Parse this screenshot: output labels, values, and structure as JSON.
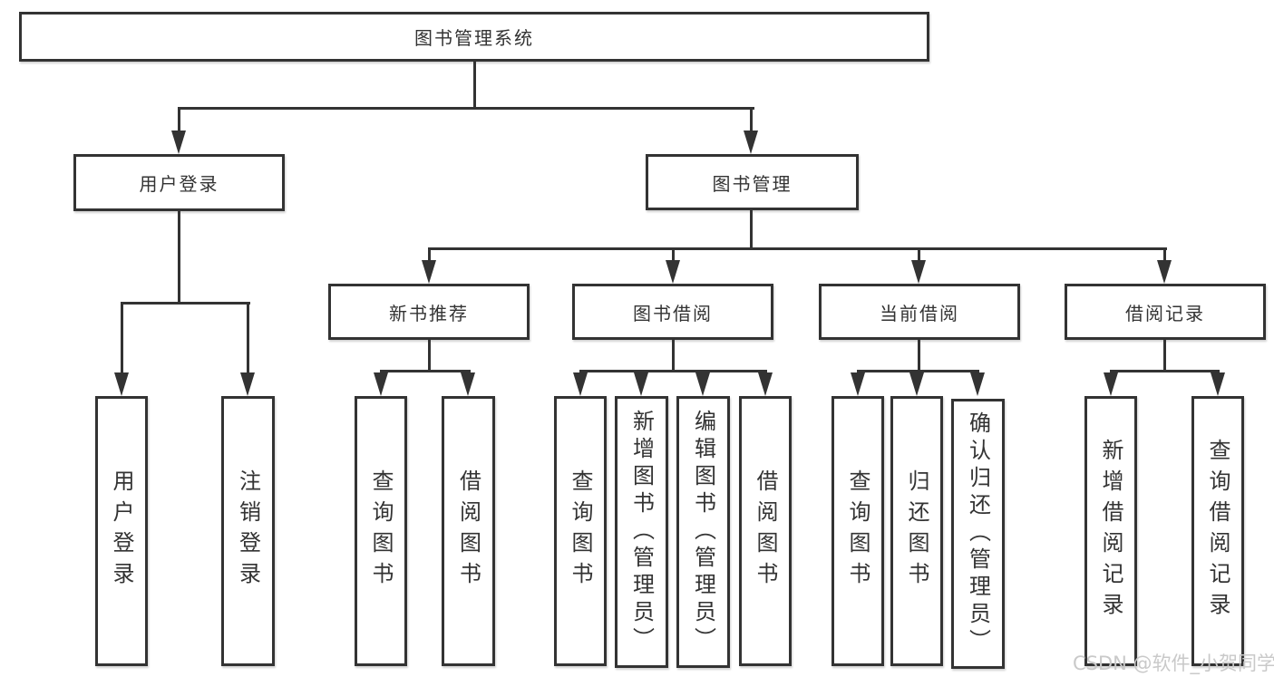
{
  "tree": {
    "root": {
      "label": "图书管理系统"
    },
    "branches": [
      {
        "label": "用户登录",
        "children": [
          {
            "label": "用户登录"
          },
          {
            "label": "注销登录"
          }
        ]
      },
      {
        "label": "图书管理",
        "children": [
          {
            "label": "新书推荐",
            "children": [
              {
                "label": "查询图书"
              },
              {
                "label": "借阅图书"
              }
            ]
          },
          {
            "label": "图书借阅",
            "children": [
              {
                "label": "查询图书"
              },
              {
                "label": "新增图书（管理员）"
              },
              {
                "label": "编辑图书（管理员）"
              },
              {
                "label": "借阅图书"
              }
            ]
          },
          {
            "label": "当前借阅",
            "children": [
              {
                "label": "查询图书"
              },
              {
                "label": "归还图书"
              },
              {
                "label": "确认归还（管理员）"
              }
            ]
          },
          {
            "label": "借阅记录",
            "children": [
              {
                "label": "新增借阅记录"
              },
              {
                "label": "查询借阅记录"
              }
            ]
          }
        ]
      }
    ]
  },
  "watermark": {
    "text": "CSDN @软件_小贺同学"
  },
  "colors": {
    "line": "#333333",
    "text": "#333333",
    "background": "#ffffff",
    "watermark": "#c9c9c9"
  }
}
